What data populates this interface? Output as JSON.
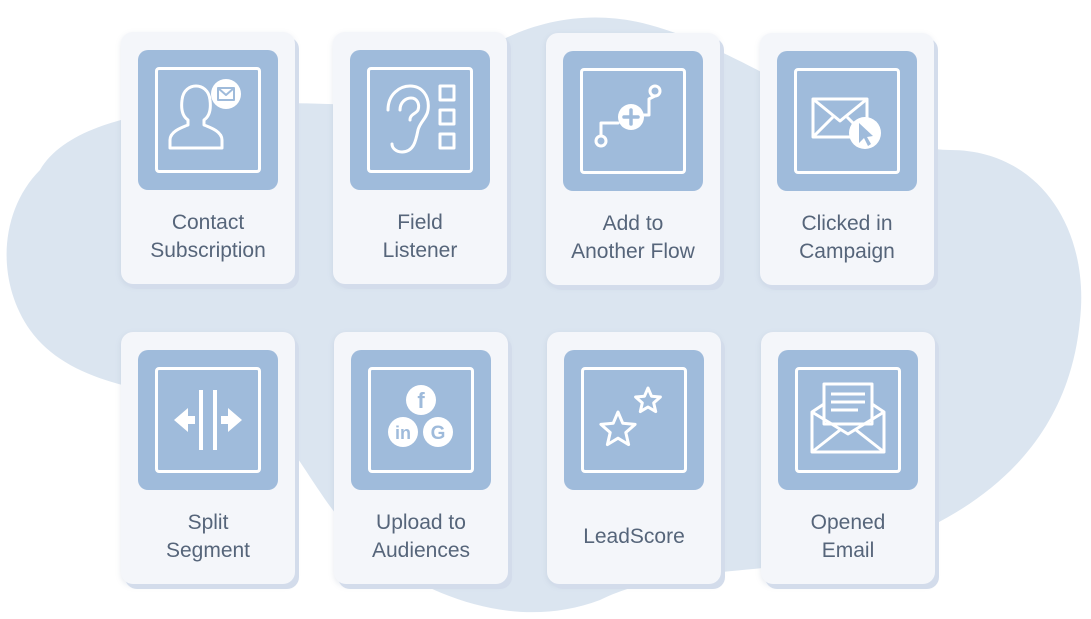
{
  "colors": {
    "blob": "#dbe5f0",
    "card": "#f4f6fa",
    "card_shadow": "#d3dceb",
    "tile": "#9fbbdb",
    "icon": "#ffffff",
    "label": "#56657a"
  },
  "cards": [
    {
      "line1": "Contact",
      "line2": "Subscription",
      "icon": "contact-subscription-icon"
    },
    {
      "line1": "Field",
      "line2": "Listener",
      "icon": "ear-listener-icon"
    },
    {
      "line1": "Add to",
      "line2": "Another Flow",
      "icon": "add-flow-icon"
    },
    {
      "line1": "Clicked in",
      "line2": "Campaign",
      "icon": "envelope-cursor-icon"
    },
    {
      "line1": "Split",
      "line2": "Segment",
      "icon": "split-arrows-icon"
    },
    {
      "line1": "Upload to",
      "line2": "Audiences",
      "icon": "social-audiences-icon",
      "badges": [
        "f",
        "in",
        "G"
      ]
    },
    {
      "line1": "LeadScore",
      "line2": "",
      "icon": "stars-icon"
    },
    {
      "line1": "Opened",
      "line2": "Email",
      "icon": "opened-email-icon"
    }
  ]
}
